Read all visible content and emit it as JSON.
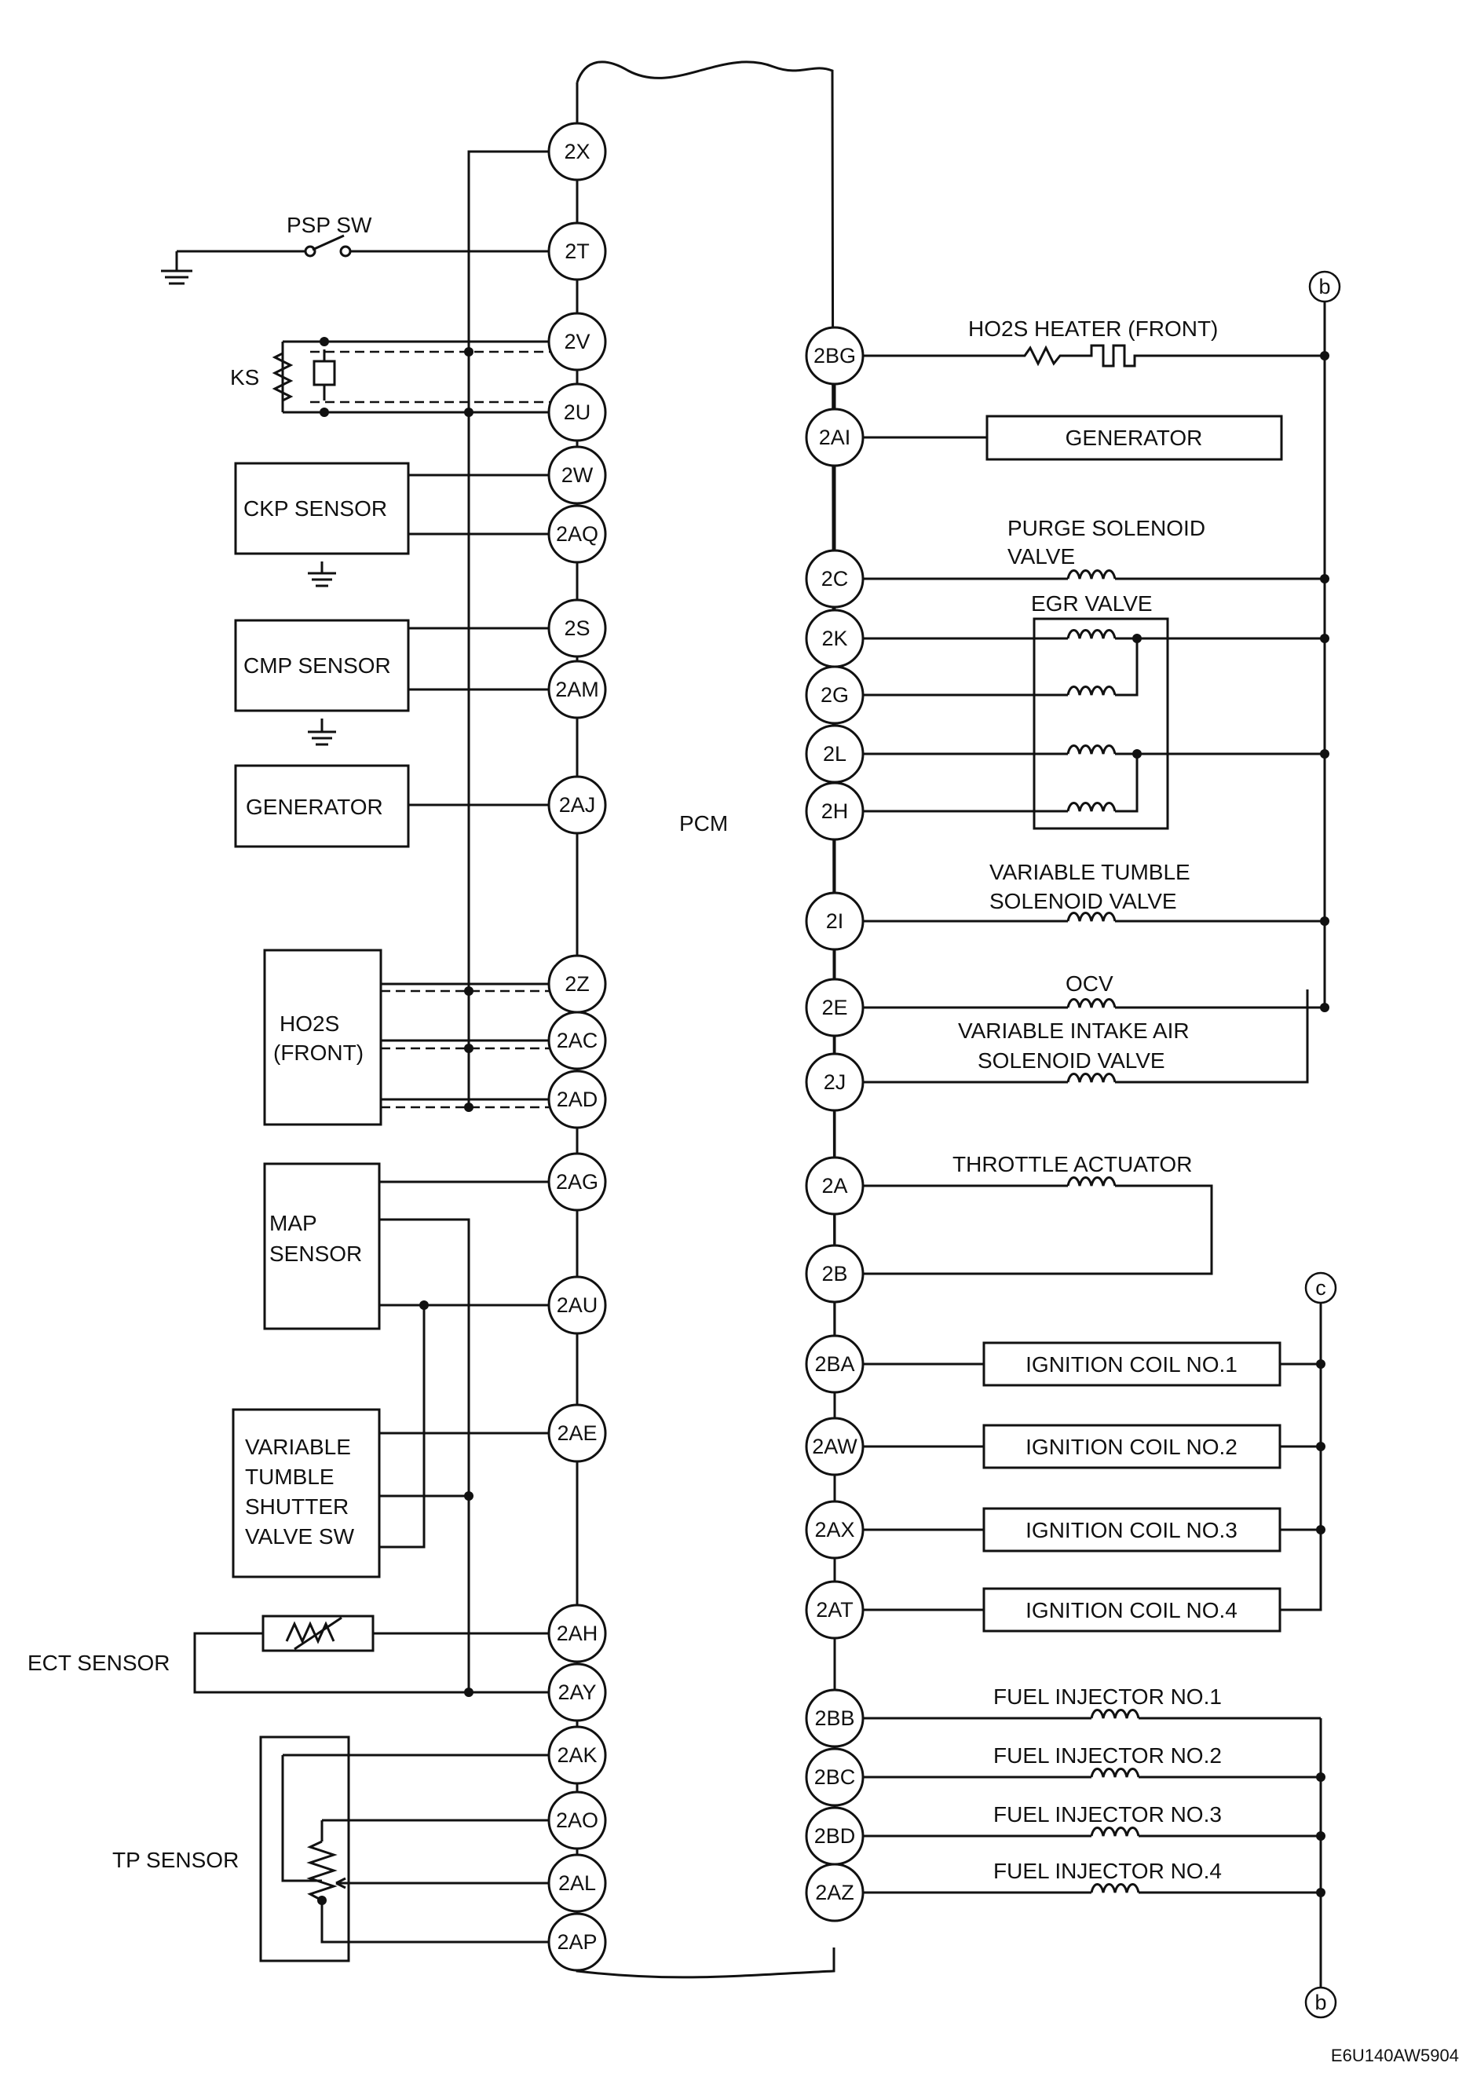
{
  "left_connectors": [
    "2X",
    "2T",
    "2V",
    "2U",
    "2W",
    "2AQ",
    "2S",
    "2AM",
    "2AJ",
    "2Z",
    "2AC",
    "2AD",
    "2AG",
    "2AU",
    "2AE",
    "2AH",
    "2AY",
    "2AK",
    "2AO",
    "2AL",
    "2AP"
  ],
  "right_connectors": [
    "2BG",
    "2AI",
    "2C",
    "2K",
    "2G",
    "2L",
    "2H",
    "2I",
    "2E",
    "2J",
    "2A",
    "2B",
    "2BA",
    "2AW",
    "2AX",
    "2AT",
    "2BB",
    "2BC",
    "2BD",
    "2AZ"
  ],
  "labels": {
    "pcm": "PCM",
    "psp_sw": "PSP SW",
    "ks": "KS",
    "ckp_sensor": "CKP SENSOR",
    "cmp_sensor": "CMP SENSOR",
    "generator_left": "GENERATOR",
    "ho2s_front": [
      "HO2S",
      "(FRONT)"
    ],
    "map_sensor": [
      "MAP",
      "SENSOR"
    ],
    "variable_tumble_shutter": [
      "VARIABLE",
      "TUMBLE",
      "SHUTTER",
      "VALVE SW"
    ],
    "ect_sensor": "ECT SENSOR",
    "tp_sensor": "TP SENSOR",
    "ho2s_heater": "HO2S HEATER (FRONT)",
    "generator_right": "GENERATOR",
    "purge_solenoid": [
      "PURGE SOLENOID",
      "VALVE"
    ],
    "egr_valve": "EGR VALVE",
    "variable_tumble_solenoid": [
      "VARIABLE TUMBLE",
      "SOLENOID VALVE"
    ],
    "ocv": "OCV",
    "variable_intake_air": [
      "VARIABLE INTAKE AIR",
      "SOLENOID VALVE"
    ],
    "throttle_actuator": "THROTTLE ACTUATOR",
    "ignition_coils": [
      "IGNITION COIL NO.1",
      "IGNITION COIL NO.2",
      "IGNITION COIL NO.3",
      "IGNITION COIL NO.4"
    ],
    "fuel_injectors": [
      "FUEL INJECTOR NO.1",
      "FUEL INJECTOR NO.2",
      "FUEL INJECTOR NO.3",
      "FUEL INJECTOR NO.4"
    ],
    "ref_b": "b",
    "ref_c": "c",
    "code": "E6U140AW5904"
  }
}
